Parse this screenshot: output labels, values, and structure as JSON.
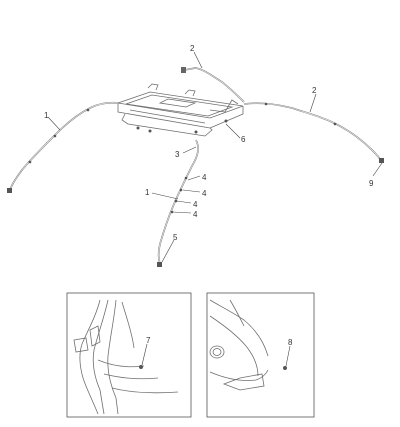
{
  "callouts": {
    "c1_top": "1",
    "c1_mid": "1",
    "c2_top": "2",
    "c2_right": "2",
    "c3": "3",
    "c4_a": "4",
    "c4_b": "4",
    "c4_c": "4",
    "c4_d": "4",
    "c5": "5",
    "c6": "6",
    "c7": "7",
    "c8": "8",
    "c9": "9"
  }
}
